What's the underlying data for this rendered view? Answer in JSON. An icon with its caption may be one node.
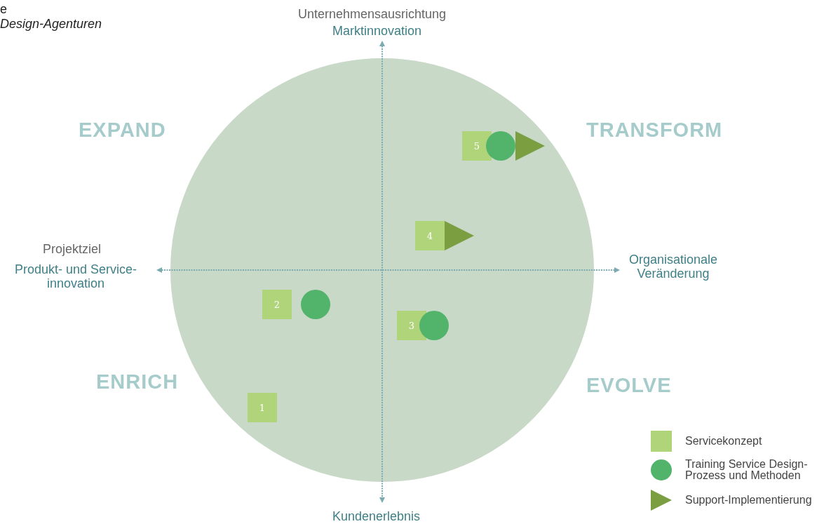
{
  "diagram": {
    "nodes": [
      {
        "text": [
          "5"
        ]
      },
      {
        "text": [],
        "shape": "circle"
      },
      {
        "text": [],
        "shape": "triangle"
      },
      {
        "text": [
          "4"
        ]
      },
      {
        "text": [],
        "shape": "triangle"
      },
      {
        "text": [
          "2"
        ]
      },
      {
        "text": [],
        "shape": "circle"
      },
      {
        "text": [
          "3"
        ]
      },
      {
        "text": [],
        "shape": "circle"
      },
      {
        "text": [
          "1"
        ]
      }
    ],
    "edges": [],
    "labels": [
      "e",
      "Design-Agenturen",
      "Unternehmensausrichtung",
      "Marktinnovation",
      "EXPAND",
      "TRANSFORM",
      "Projektziel",
      "Produkt- und Service- innovation",
      "Organisationale Veränderung",
      "ENRICH",
      "EVOLVE",
      "Kundenerlebnis"
    ],
    "legend": [
      {
        "text": "Servicekonzept",
        "color": "#b0d47a"
      },
      {
        "text": "Training Service Design-Prozess und Methoden",
        "color": "#52b36b"
      },
      {
        "text": "Support-Implementierung",
        "color": "#7a9e40"
      }
    ]
  }
}
